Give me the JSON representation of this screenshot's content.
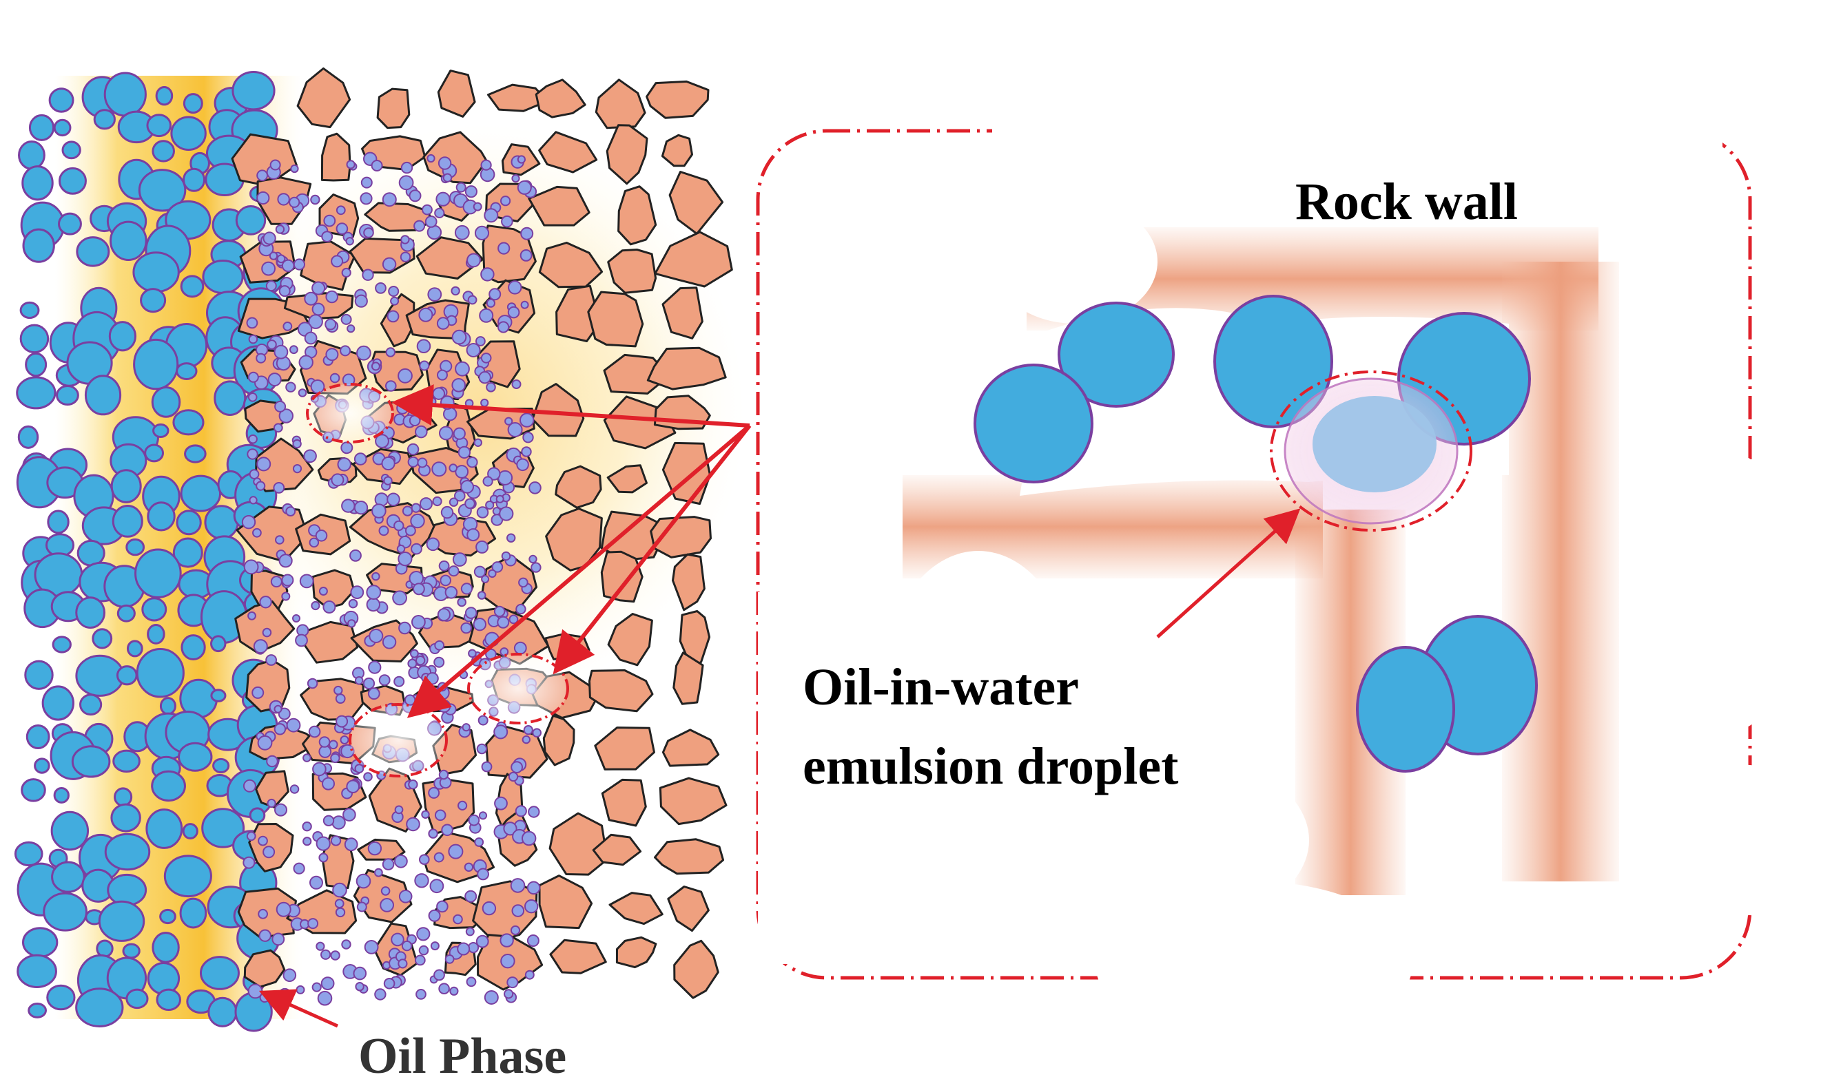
{
  "labels": {
    "rock_wall": "Rock wall",
    "emulsion_line1": "Oil-in-water",
    "emulsion_line2": "emulsion droplet",
    "oil_phase": "Oil Phase"
  },
  "colors": {
    "water_droplet": "#42ACDE",
    "droplet_outline": "#7A3FA0",
    "rock_grain": "#EFA07F",
    "rock_outline": "#222222",
    "oil_phase_glow": "#F9C23C",
    "pointer_red": "#E0202A",
    "dash_box": "#E0202A",
    "emulsion_fill": "#9EC4E8",
    "emulsion_halo": "#F0C6E4"
  },
  "icons": {
    "arrow": "arrow-icon"
  }
}
